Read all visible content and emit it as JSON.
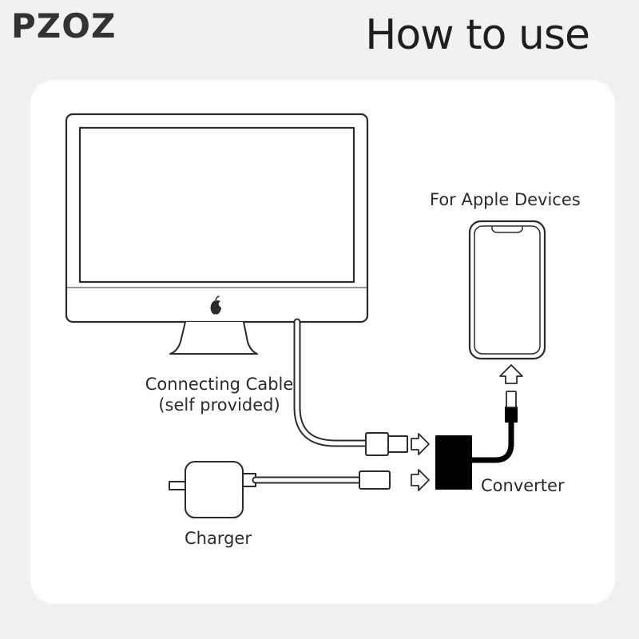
{
  "header": {
    "brand": "PZOZ",
    "title": "How to use"
  },
  "labels": {
    "apple_devices": "For Apple Devices",
    "cable_line1": "Connecting Cable",
    "cable_line2": "(self provided)",
    "converter": "Converter",
    "charger": "Charger"
  },
  "colors": {
    "background": "#f1f1f1",
    "card": "#ffffff",
    "line": "#2b2b2b",
    "brand_accent": "#e8a020"
  },
  "icons": [
    "apple-logo-icon",
    "arrow-right-icon",
    "arrow-up-icon"
  ]
}
